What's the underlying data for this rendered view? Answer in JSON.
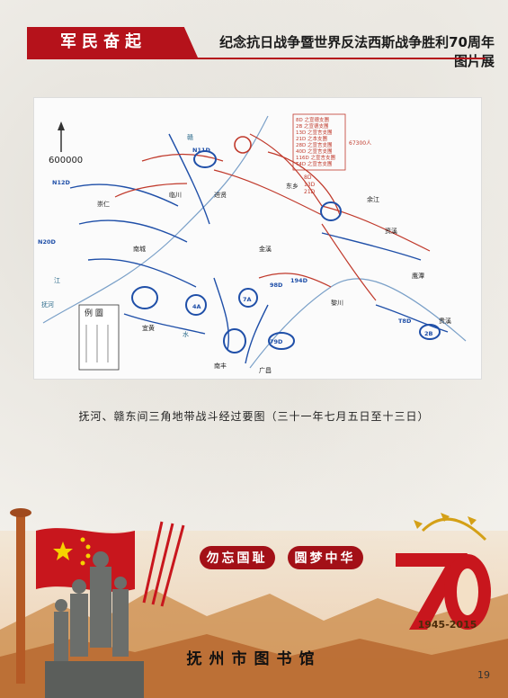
{
  "header": {
    "section": "军民奋起",
    "title": "纪念抗日战争暨世界反法西斯战争胜利70周年图片展"
  },
  "map": {
    "scale": "600000",
    "legend_title": "例 圖",
    "labels": [
      "抚河",
      "赣",
      "江",
      "水",
      "南城",
      "临川",
      "宜黄",
      "崇仁",
      "南丰",
      "广昌",
      "黎川",
      "资溪",
      "金溪",
      "东乡",
      "进贤",
      "余江",
      "鹰潭",
      "贵溪",
      "N11D",
      "N12D",
      "N20D",
      "79D",
      "98D",
      "194D",
      "T8D",
      "4A",
      "7A",
      "2B",
      "8D",
      "13D",
      "21D",
      "67300人"
    ],
    "order_of_battle": [
      "8D 之宣德支團",
      "2B 之宣德支團",
      "13D 之宣言支團",
      "21D 之本支團",
      "28D 之宣言支團",
      "40D 之宣言支團",
      "116D 之宣言支團",
      "T4D 之宣言支團"
    ]
  },
  "caption": "抚河、赣东间三角地带战斗经过要图（三十一年七月五日至十三日）",
  "slogan": [
    "勿忘国耻",
    "圆梦中华"
  ],
  "anniversary": {
    "number": "70",
    "years": "1945-2015"
  },
  "footer": {
    "library": "抚州市图书馆",
    "page": "19"
  },
  "colors": {
    "accent_red": "#b5121b",
    "map_blue": "#1f4fa8",
    "map_red": "#c0392b",
    "gold": "#d4a017"
  }
}
